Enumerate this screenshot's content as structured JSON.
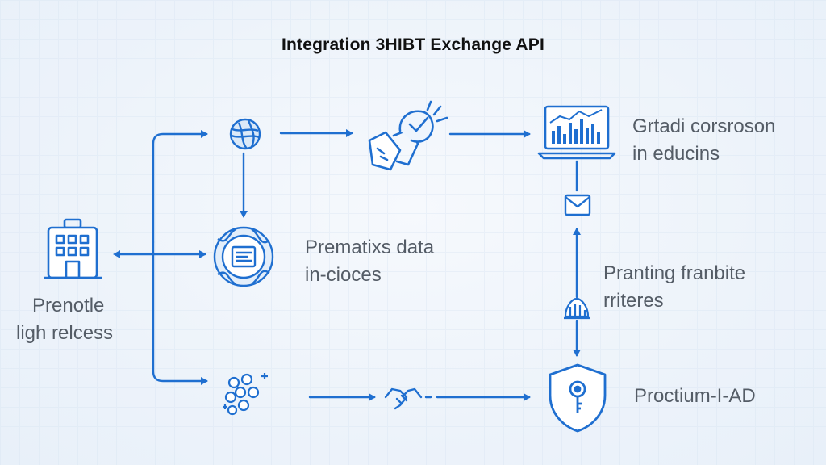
{
  "title": "Integration 3HIBT Exchange API",
  "colors": {
    "accent": "#1f6fd0",
    "accent_light": "#cfe1f6",
    "text": "#545c66",
    "background": "#eef4fb"
  },
  "nodes": {
    "left": {
      "icon": "building-icon",
      "line1": "Prenotle",
      "line2": "ligh relcess"
    },
    "top_globe": {
      "icon": "globe-icon"
    },
    "top_check": {
      "icon": "handshake-check-icon"
    },
    "top_right": {
      "icon": "laptop-chart-icon",
      "line1": "Grtadi corsroson",
      "line2": "in educins"
    },
    "mail": {
      "icon": "mail-icon"
    },
    "center": {
      "icon": "network-chip-icon",
      "line1": "Prematixs data",
      "line2": "in-cioces"
    },
    "right_mid": {
      "icon": "coin-stack-icon",
      "line1": "Pranting franbite",
      "line2": "rriteres"
    },
    "bottom_left": {
      "icon": "molecule-icon"
    },
    "bottom_mid": {
      "icon": "handshake-icon"
    },
    "bottom_right": {
      "icon": "shield-icon",
      "line1": "Proctium-I-AD"
    }
  }
}
